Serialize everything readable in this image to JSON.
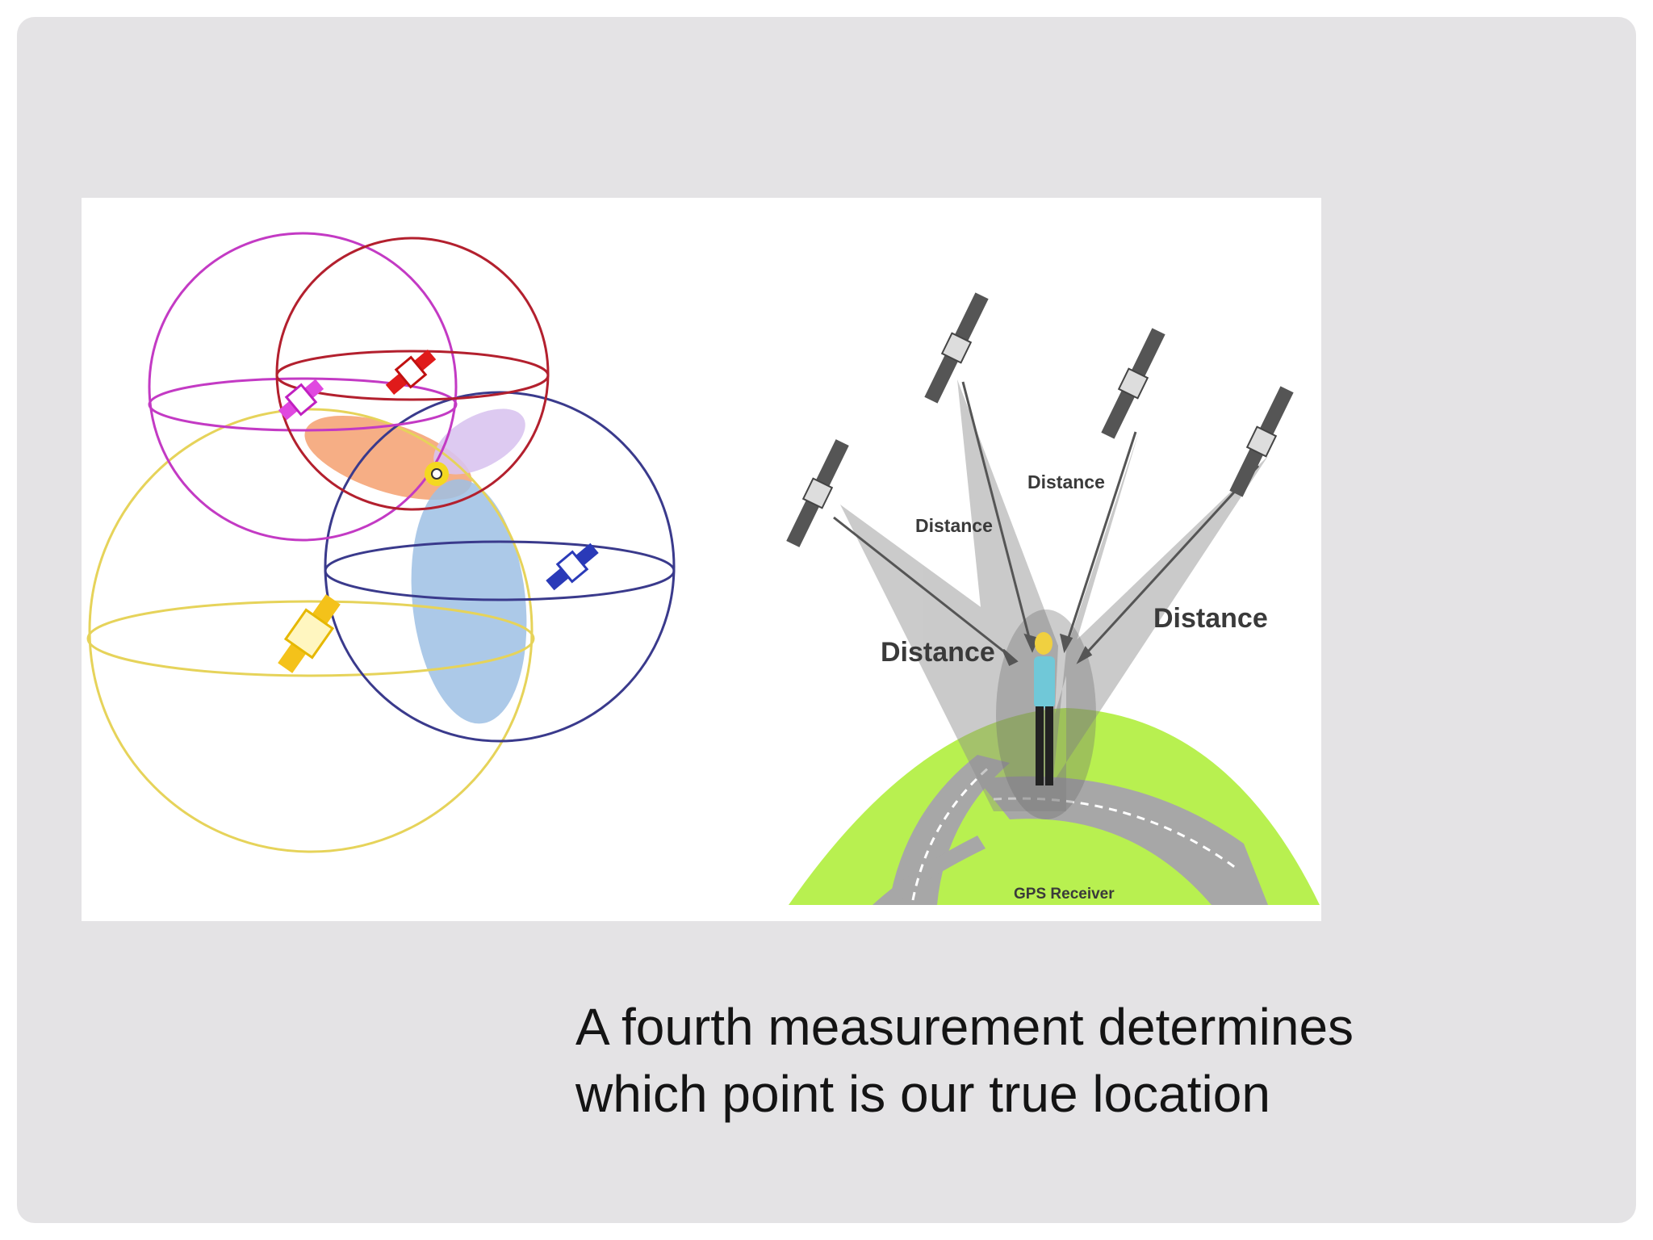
{
  "caption": {
    "line1": "A fourth measurement determines",
    "line2": "which point is our true location"
  },
  "figure": {
    "distance_labels": [
      "Distance",
      "Distance",
      "Distance",
      "Distance"
    ],
    "receiver_label": "GPS Receiver"
  },
  "colors": {
    "slide_background": "#e4e3e5",
    "sphere_magenta": "#c33ac4",
    "sphere_red": "#b3202e",
    "sphere_yellow": "#e6d35a",
    "sphere_blue": "#3a3a8c",
    "ground_green": "#b8f050",
    "road_gray": "#a7a7a7"
  }
}
